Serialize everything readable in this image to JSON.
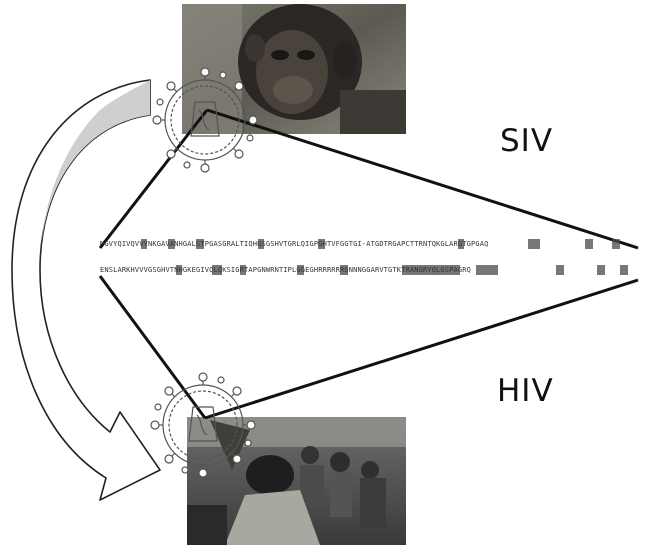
{
  "labels": {
    "top": "SIV",
    "bottom": "HIV"
  },
  "sequences": {
    "top": "MGVYQIVQVVYNKGAVANHGALSTPGASGRALTIQHGSGSHVTGRLQIGPGHTVFGGTGI-ATGDTRGAPCTTRNTQKGLARGTGPGAQ",
    "bottom": "ENSLARKHVVVGSGHVTNHGKEGIVQLQKSIGRTAPGNWRNTIPLGGEGHRRRRRRQNNNGGARVTGTKTRANGRYQLGSPAGRQ"
  },
  "colors": {
    "line": "#111111",
    "arrow_fill": "#cfcfcf",
    "virus_stroke": "#555555",
    "highlight": "#4a4a4a"
  },
  "icons": [
    "virus-particle-icon",
    "curved-arrow-icon"
  ]
}
